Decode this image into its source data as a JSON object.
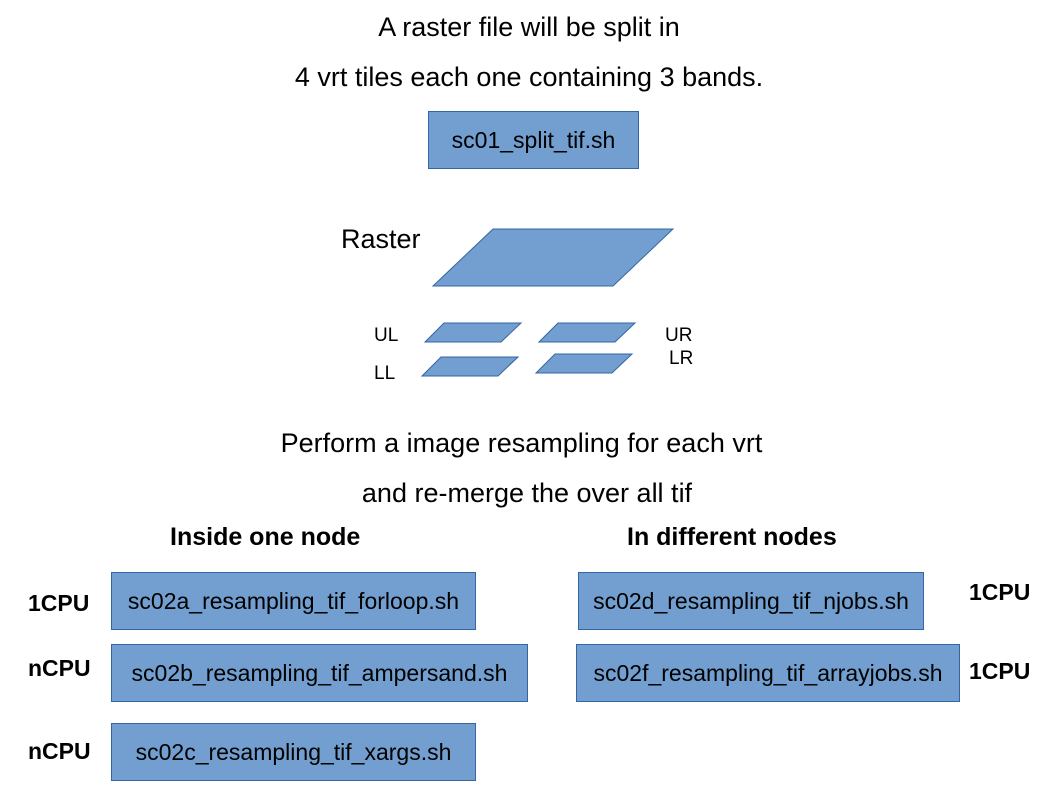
{
  "intro": {
    "line1": "A raster file will be split in",
    "line2": "4 vrt tiles each one containing 3 bands."
  },
  "split_script": "sc01_split_tif.sh",
  "raster": {
    "label": "Raster",
    "tiles": {
      "ul": "UL",
      "ur": "UR",
      "ll": "LL",
      "lr": "LR"
    }
  },
  "resample": {
    "line1": "Perform a image resampling for each vrt",
    "line2": "and re-merge the over all tif"
  },
  "columns": {
    "inside": "Inside one node",
    "different": "In different nodes"
  },
  "scripts": {
    "a": {
      "cpu": "1CPU",
      "name": "sc02a_resampling_tif_forloop.sh"
    },
    "b": {
      "cpu": "nCPU",
      "name": "sc02b_resampling_tif_ampersand.sh"
    },
    "c": {
      "cpu": "nCPU",
      "name": "sc02c_resampling_tif_xargs.sh"
    },
    "d": {
      "cpu": "1CPU",
      "name": "sc02d_resampling_tif_njobs.sh"
    },
    "f": {
      "cpu": "1CPU",
      "name": "sc02f_resampling_tif_arrayjobs.sh"
    }
  },
  "colors": {
    "box_fill": "#729fcf",
    "box_border": "#3465a4"
  }
}
